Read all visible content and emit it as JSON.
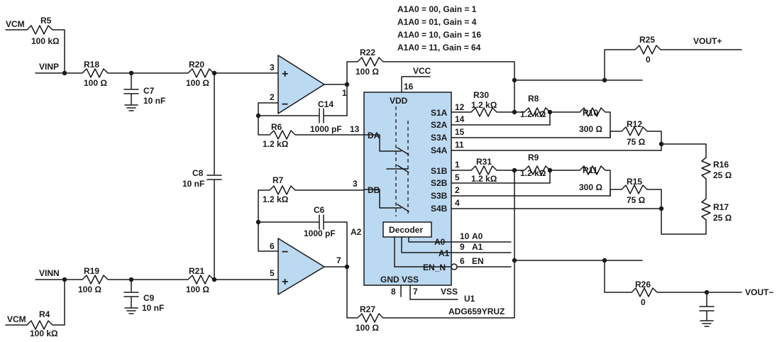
{
  "gain_table": [
    "A1A0 = 00, Gain = 1",
    "A1A0 = 01, Gain = 4",
    "A1A0 = 10, Gain = 16",
    "A1A0 = 11, Gain = 64"
  ],
  "nets": {
    "vcm_top": "VCM",
    "vinp": "VINP",
    "vinn": "VINN",
    "vcm_bottom": "VCM",
    "vout_plus": "VOUT+",
    "vout_minus": "VOUT−",
    "vcc": "VCC",
    "vss": "VSS"
  },
  "resistors": {
    "r5": {
      "ref": "R5",
      "value": "100 kΩ"
    },
    "r18": {
      "ref": "R18",
      "value": "100 Ω"
    },
    "r20": {
      "ref": "R20",
      "value": "100 Ω"
    },
    "r22": {
      "ref": "R22",
      "value": "100 Ω"
    },
    "r6": {
      "ref": "R6",
      "value": "1.2 kΩ"
    },
    "r7": {
      "ref": "R7",
      "value": "1.2 kΩ"
    },
    "r19": {
      "ref": "R19",
      "value": "100 Ω"
    },
    "r21": {
      "ref": "R21",
      "value": "100 Ω"
    },
    "r4": {
      "ref": "R4",
      "value": "100 kΩ"
    },
    "r27": {
      "ref": "R27",
      "value": "100 Ω"
    },
    "r25": {
      "ref": "R25",
      "value": "0"
    },
    "r26": {
      "ref": "R26",
      "value": "0"
    },
    "r30": {
      "ref": "R30",
      "value": "1.2 kΩ"
    },
    "r8": {
      "ref": "R8",
      "value": "1.2 kΩ"
    },
    "r10": {
      "ref": "R10",
      "value": "300 Ω"
    },
    "r12": {
      "ref": "R12",
      "value": "75 Ω"
    },
    "r16": {
      "ref": "R16",
      "value": "25 Ω"
    },
    "r31": {
      "ref": "R31",
      "value": "1.2 kΩ"
    },
    "r9": {
      "ref": "R9",
      "value": "1.2 kΩ"
    },
    "r11": {
      "ref": "R11",
      "value": "300 Ω"
    },
    "r15": {
      "ref": "R15",
      "value": "75 Ω"
    },
    "r17": {
      "ref": "R17",
      "value": "25 Ω"
    }
  },
  "capacitors": {
    "c7": {
      "ref": "C7",
      "value": "10 nF"
    },
    "c9": {
      "ref": "C9",
      "value": "10 nF"
    },
    "c8": {
      "ref": "C8",
      "value": "10 nF"
    },
    "c14": {
      "ref": "C14",
      "value": "1000 pF"
    },
    "c6": {
      "ref": "C6",
      "value": "1000 pF"
    }
  },
  "amp": {
    "a2_ref": "A2",
    "in_plus_top": "3",
    "in_minus_top": "2",
    "out_top": "1",
    "in_minus_bottom": "6",
    "in_plus_bottom": "5",
    "out_bottom": "7"
  },
  "chip": {
    "ref": "U1",
    "part": "ADG659YRUZ",
    "decoder": "Decoder",
    "pins": {
      "vdd": "VDD",
      "gnd_vss": "GND VSS",
      "da": "DA",
      "db": "DB",
      "s1a": "S1A",
      "s2a": "S2A",
      "s3a": "S3A",
      "s4a": "S4A",
      "s1b": "S1B",
      "s2b": "S2B",
      "s3b": "S3B",
      "s4b": "S4B",
      "a0": "A0",
      "a1": "A1",
      "en_n": "EN_N"
    },
    "pin_numbers": {
      "vcc": "16",
      "da": "13",
      "db": "3",
      "s1a": "12",
      "s2a": "14",
      "s3a": "15",
      "s4a": "11",
      "s1b": "1",
      "s2b": "5",
      "s3b": "2",
      "s4b": "4",
      "a0": "10",
      "a1": "9",
      "en": "6",
      "gnd": "8",
      "vss": "7"
    },
    "logic_nets": {
      "a0": "A0",
      "a1": "A1",
      "en": "EN"
    }
  }
}
